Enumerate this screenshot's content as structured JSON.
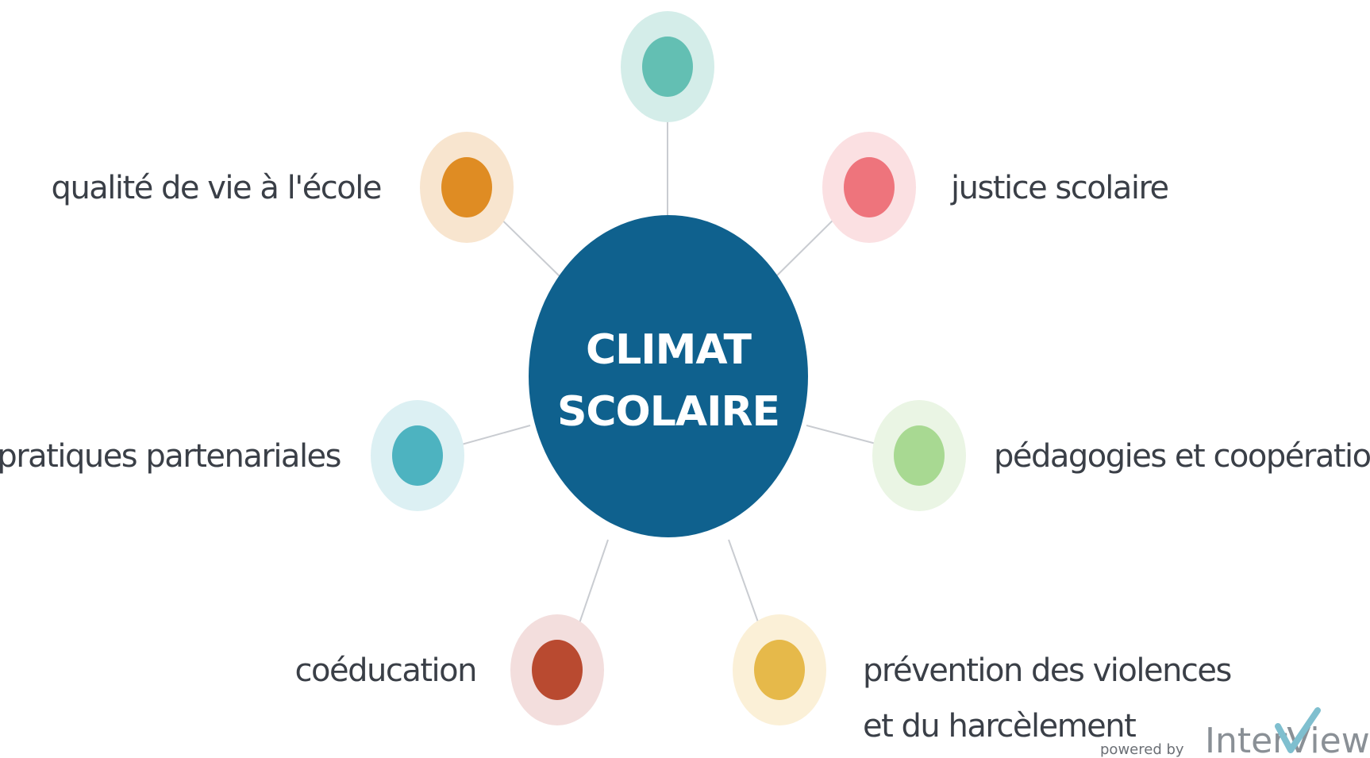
{
  "center": {
    "line1": "CLIMAT",
    "line2": "SCOLAIRE",
    "color": "#0f618e"
  },
  "nodes": [
    {
      "id": "top",
      "label_lines": [],
      "color": "#63bfb3",
      "halo": "#d4ede9"
    },
    {
      "id": "qualite",
      "label_lines": [
        "qualité de vie à l'école"
      ],
      "color": "#df8c23",
      "halo": "#f8e5cf"
    },
    {
      "id": "justice",
      "label_lines": [
        "justice scolaire"
      ],
      "color": "#ee747c",
      "halo": "#fbe0e2"
    },
    {
      "id": "pratiques",
      "label_lines": [
        "pratiques partenariales"
      ],
      "color": "#4db3c0",
      "halo": "#dcf0f3"
    },
    {
      "id": "pedagogies",
      "label_lines": [
        "pédagogies et coopération"
      ],
      "color": "#a8d992",
      "halo": "#eaf5e4"
    },
    {
      "id": "coeducation",
      "label_lines": [
        "coéducation"
      ],
      "color": "#b94a30",
      "halo": "#f3dedd"
    },
    {
      "id": "prevention",
      "label_lines": [
        "prévention des violences",
        "et du harcèlement"
      ],
      "color": "#e6b94a",
      "halo": "#fbf0d7"
    }
  ],
  "watermark": {
    "prefix": "powered by",
    "brand": "InterView"
  }
}
